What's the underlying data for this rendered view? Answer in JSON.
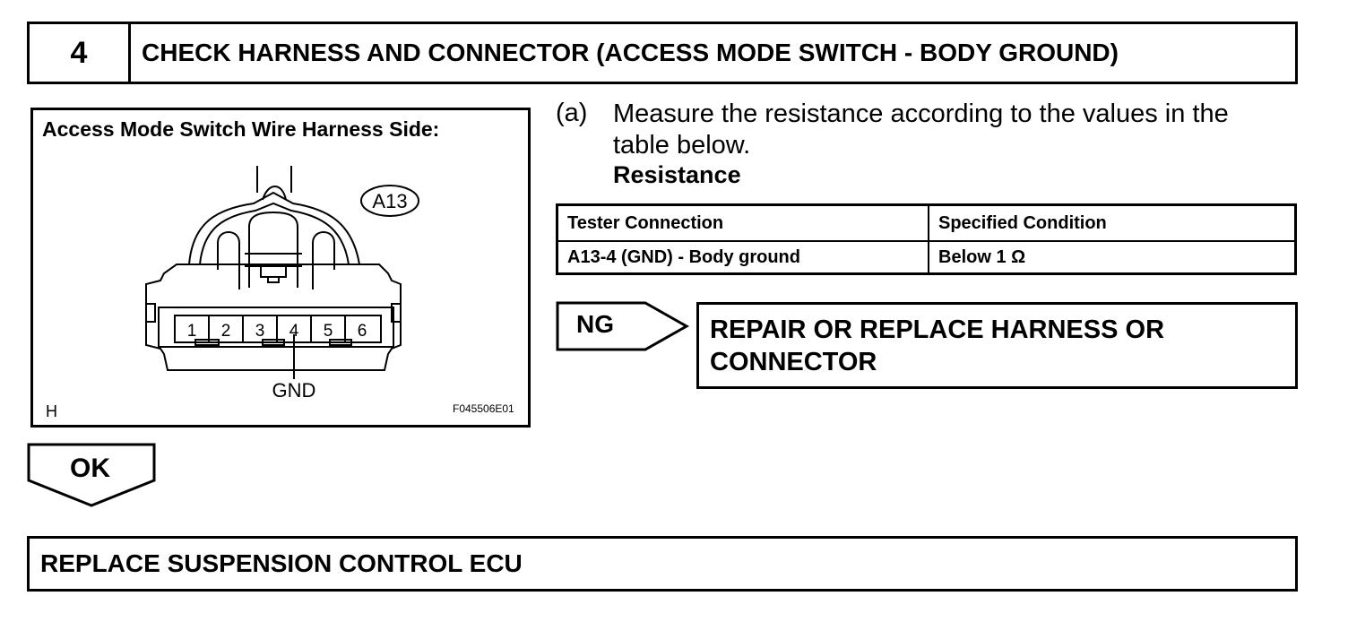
{
  "step": {
    "number": "4",
    "title": "CHECK HARNESS AND CONNECTOR (ACCESS MODE SWITCH - BODY GROUND)"
  },
  "diagram": {
    "title": "Access Mode Switch Wire Harness Side:",
    "connector_id": "A13",
    "pins": [
      "1",
      "2",
      "3",
      "4",
      "5",
      "6"
    ],
    "ground_label": "GND",
    "corner_letter": "H",
    "figure_code": "F045506E01"
  },
  "instruction": {
    "marker": "(a)",
    "text": "Measure the resistance according to the values in the table below.",
    "resistance_label": "Resistance"
  },
  "table": {
    "headers": [
      "Tester Connection",
      "Specified Condition"
    ],
    "rows": [
      [
        "A13-4 (GND) - Body ground",
        "Below 1 Ω"
      ]
    ]
  },
  "ng": {
    "label": "NG",
    "action": "REPAIR OR REPLACE HARNESS OR CONNECTOR"
  },
  "ok": {
    "label": "OK"
  },
  "final": {
    "action": "REPLACE SUSPENSION CONTROL ECU"
  }
}
